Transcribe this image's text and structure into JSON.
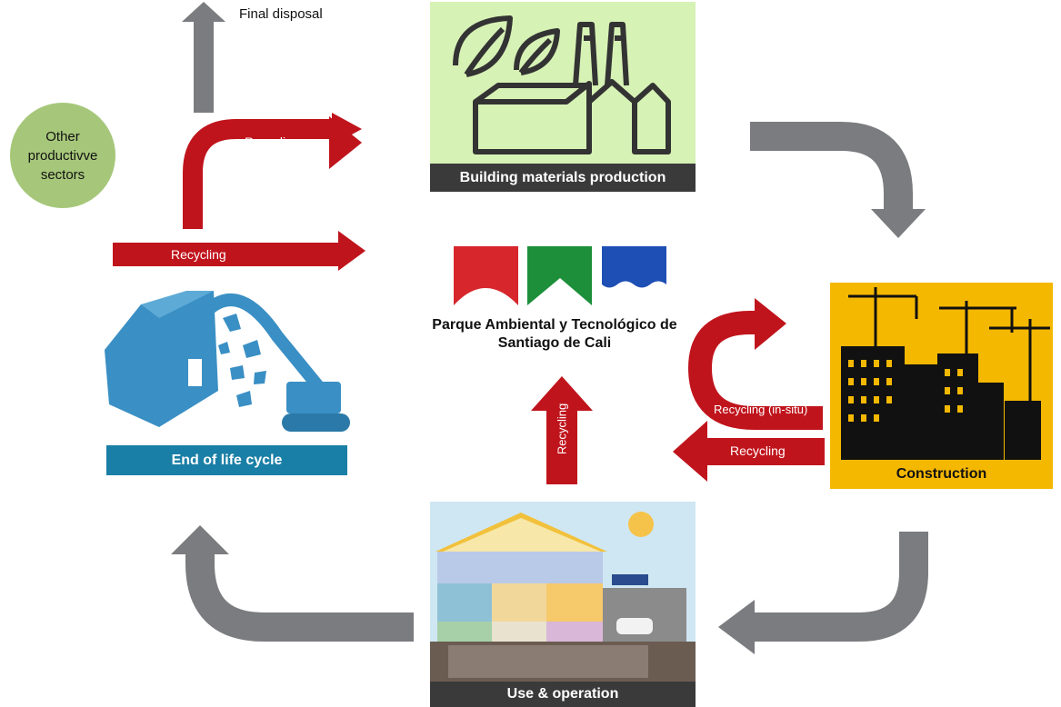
{
  "nodes": {
    "production": {
      "label": "Building materials production",
      "bg": "#d7f2b5"
    },
    "construction": {
      "label": "Construction",
      "bg": "#f5b800"
    },
    "use": {
      "label": "Use & operation"
    },
    "end_of_life": {
      "label": "End of life  cycle",
      "bar": "#1a7fa6"
    },
    "other_sectors": {
      "label_lines": [
        "Other",
        "productivve",
        "sectors"
      ],
      "bg": "#a6c77a"
    },
    "final_disposal": {
      "label": "Final disposal"
    }
  },
  "center": {
    "logo_colors": [
      "#d7262c",
      "#1d8f3a",
      "#1e4fb5"
    ],
    "name_line1": "Parque Ambiental y Tecnológico de",
    "name_line2": "Santiago de Cali"
  },
  "arrows": {
    "recycling_upper": "Recycling",
    "recycling_lower": "Recycling",
    "recycling_in_situ": "Recycling (in-situ)",
    "recycling_construction": "Recycling",
    "recycling_vertical": "Recycling"
  },
  "colors": {
    "flow_gray": "#7b7c7f",
    "recycle_red": "#c0141c",
    "dark_bar": "#3a3a3a"
  }
}
